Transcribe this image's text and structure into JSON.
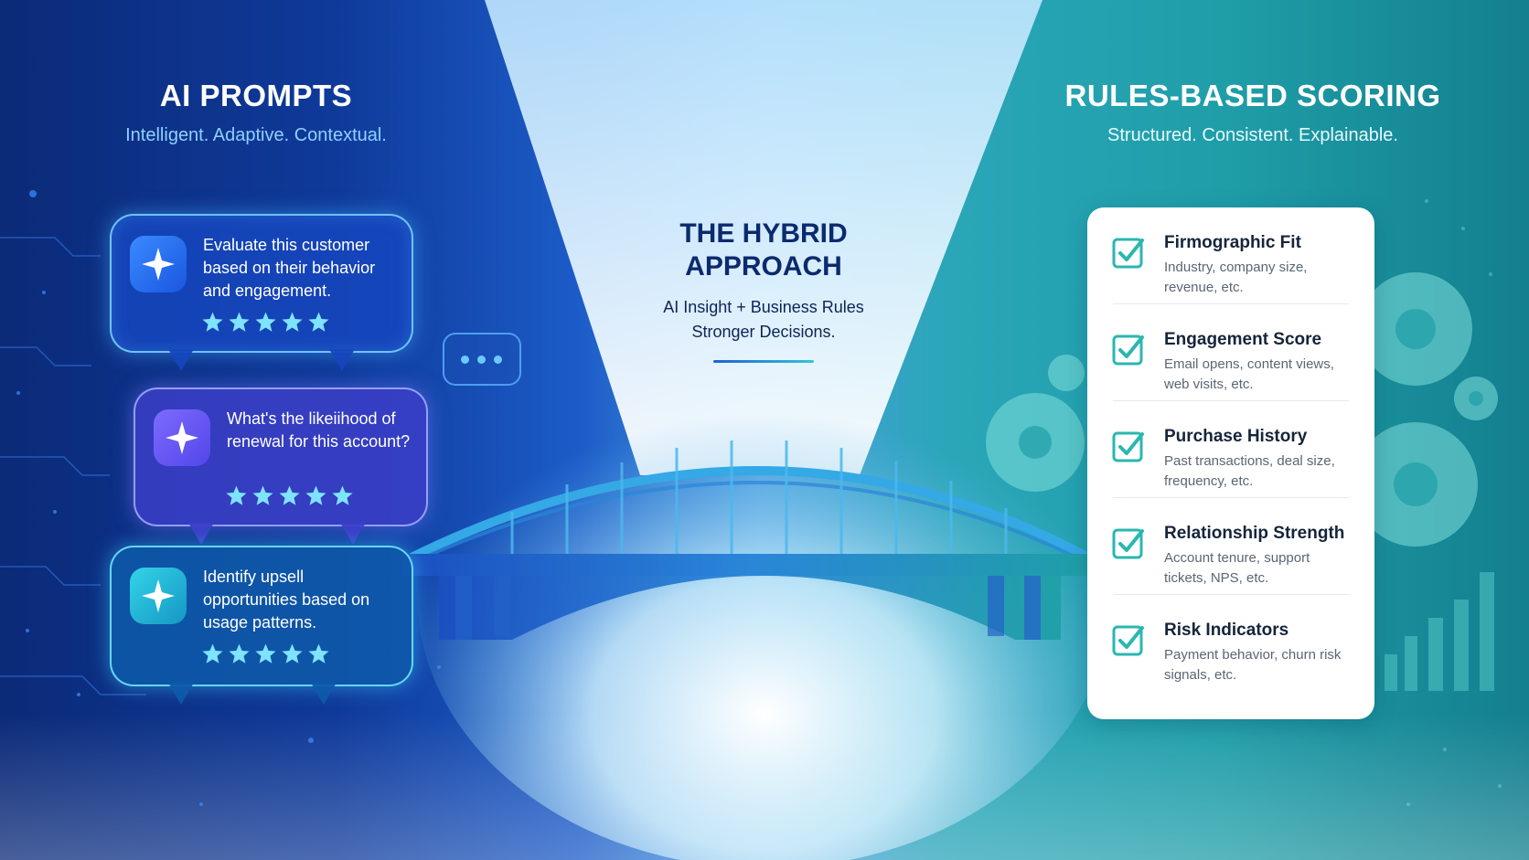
{
  "left_panel": {
    "title": "AI PROMPTS",
    "subtitle": "Intelligent. Adaptive. Contextual.",
    "prompts": [
      {
        "icon": "sparkle-icon",
        "text": "Evaluate this customer based on their behavior and engagement.",
        "rating": 5
      },
      {
        "icon": "sparkle-icon",
        "text": "What's the likeiihood of renewal for this account?",
        "rating": 5
      },
      {
        "icon": "sparkle-icon",
        "text": "Identify upsell opportunities based on usage patterns.",
        "rating": 5
      }
    ]
  },
  "center_panel": {
    "title": "THE HYBRID APPROACH",
    "line_1": "AI Insight + Business Rules",
    "line_2": "Stronger Decisions."
  },
  "right_panel": {
    "title": "RULES-BASED SCORING",
    "subtitle": "Structured. Consistent. Explainable.",
    "criteria": [
      {
        "icon": "checkbox-icon",
        "name": "Firmographic Fit",
        "description": "Industry, company size, revenue, etc."
      },
      {
        "icon": "checkbox-icon",
        "name": "Engagement Score",
        "description": "Email opens, content views, web visits, etc."
      },
      {
        "icon": "checkbox-icon",
        "name": "Purchase History",
        "description": "Past transactions, deal size, frequency, etc."
      },
      {
        "icon": "checkbox-icon",
        "name": "Relationship Strength",
        "description": "Account tenure, support tickets, NPS, etc."
      },
      {
        "icon": "checkbox-icon",
        "name": "Risk Indicators",
        "description": "Payment behavior, churn risk signals, etc."
      }
    ]
  },
  "colors": {
    "left_bg": "#0f3a9a",
    "center_glow": "#e8f6ff",
    "right_bg": "#1f9ea8",
    "check": "#2ab7b0",
    "star": "#7fe3ff"
  }
}
